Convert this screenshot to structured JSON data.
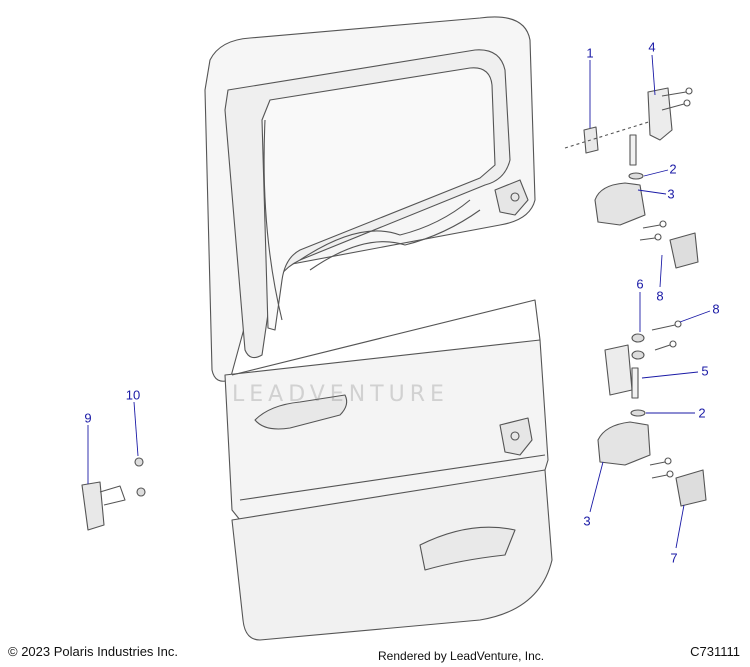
{
  "callouts": [
    {
      "id": "c1",
      "label": "1"
    },
    {
      "id": "c4",
      "label": "4"
    },
    {
      "id": "c2a",
      "label": "2"
    },
    {
      "id": "c3a",
      "label": "3"
    },
    {
      "id": "c8a",
      "label": "8"
    },
    {
      "id": "c6",
      "label": "6"
    },
    {
      "id": "c8b",
      "label": "8"
    },
    {
      "id": "c5",
      "label": "5"
    },
    {
      "id": "c2b",
      "label": "2"
    },
    {
      "id": "c10",
      "label": "10"
    },
    {
      "id": "c9",
      "label": "9"
    },
    {
      "id": "c3b",
      "label": "3"
    },
    {
      "id": "c7",
      "label": "7"
    }
  ],
  "watermark": "LEADVENTURE",
  "footer": {
    "copyright": "© 2023 Polaris Industries Inc.",
    "rendered_by": "Rendered by LeadVenture, Inc.",
    "drawing_number": "C731111"
  }
}
